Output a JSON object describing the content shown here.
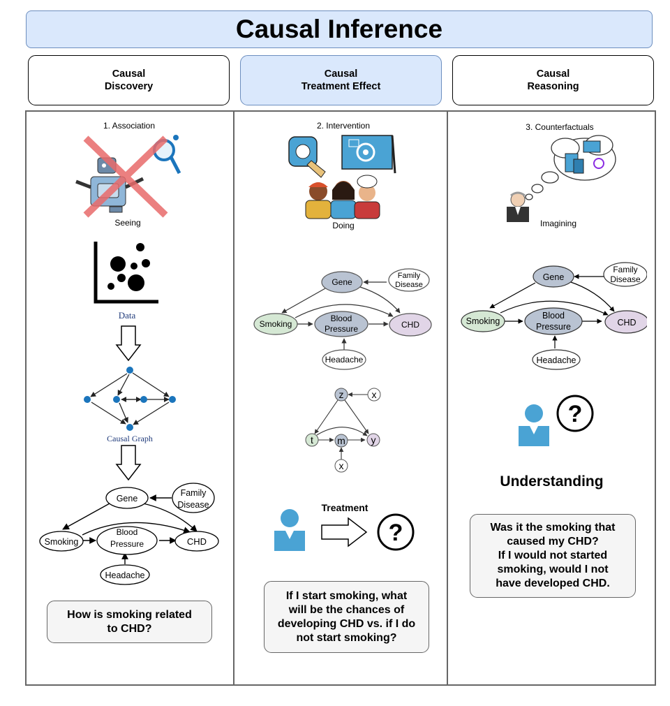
{
  "title": "Causal Inference",
  "columns": [
    {
      "header": "Causal\nDiscovery",
      "question": "How is smoking related\nto CHD?"
    },
    {
      "header": "Causal\nTreatment Effect",
      "question": "If I start smoking, what\nwill be the chances of\ndeveloping CHD vs. if I do\nnot start smoking?"
    },
    {
      "header": "Causal\nReasoning",
      "question": "Was it the smoking that\ncaused my CHD?\nIf I would not started\nsmoking, would I not\nhave developed CHD."
    }
  ],
  "illustrations": {
    "association": {
      "title": "1. Association",
      "caption": "Seeing"
    },
    "intervention": {
      "title": "2. Intervention",
      "caption": "Doing"
    },
    "counterfactuals": {
      "title": "3. Counterfactuals",
      "caption": "Imagining"
    }
  },
  "data_label": "Data",
  "causal_graph_label": "Causal Graph",
  "graph_nodes": {
    "gene": "Gene",
    "family_line1": "Family",
    "family_line2": "Disease",
    "smoking": "Smoking",
    "bp_line1": "Blood",
    "bp_line2": "Pressure",
    "chd": "CHD",
    "headache": "Headache"
  },
  "abstract_nodes": {
    "z": "z",
    "x_top": "x",
    "t": "t",
    "m": "m",
    "y": "y",
    "x_bottom": "x"
  },
  "treatment_label": "Treatment",
  "understanding_label": "Understanding",
  "question_mark": "?",
  "colors": {
    "title_fill": "#dae8fc",
    "title_stroke": "#6c8ebf",
    "question_fill": "#f5f5f5",
    "node_gray": "#b9c3d2",
    "node_green": "#d5e8d4",
    "node_purple": "#e1d5e7",
    "person_blue": "#4aa3d4",
    "dot_blue": "#1b75bc"
  }
}
